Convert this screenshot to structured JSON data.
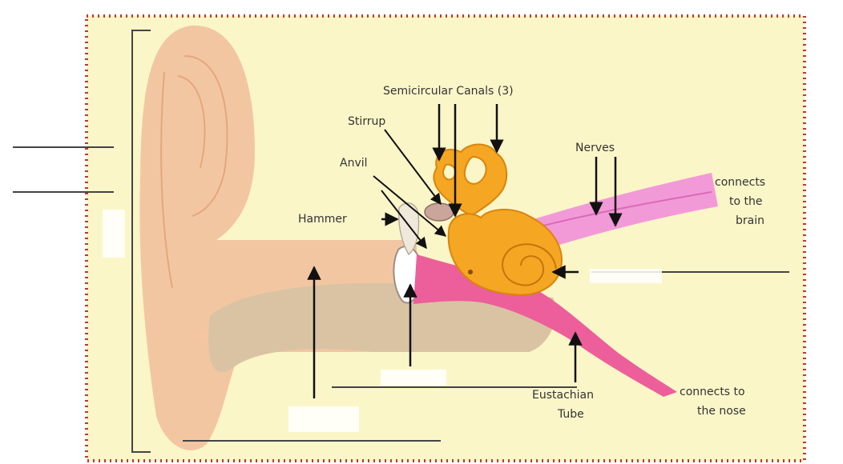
{
  "diagram": {
    "colors": {
      "panel_bg": "#fbf6c8",
      "border": "#c0392b",
      "skin": "#f3c6a2",
      "canal": "#d9c3a3",
      "inner_ear": "#f5a623",
      "nerve": "#f29ad8",
      "tube": "#ec5f9a",
      "bone": "#efe9dc"
    },
    "labels": {
      "semicircular_canals": "Semicircular Canals (3)",
      "stirrup": "Stirrup",
      "anvil": "Anvil",
      "hammer": "Hammer",
      "nerves": "Nerves",
      "brain_line1": "connects",
      "brain_line2": "to the",
      "brain_line3": "brain",
      "eustachian_line1": "Eustachian",
      "eustachian_line2": "Tube",
      "nose_line1": "connects to",
      "nose_line2": "the nose"
    }
  }
}
